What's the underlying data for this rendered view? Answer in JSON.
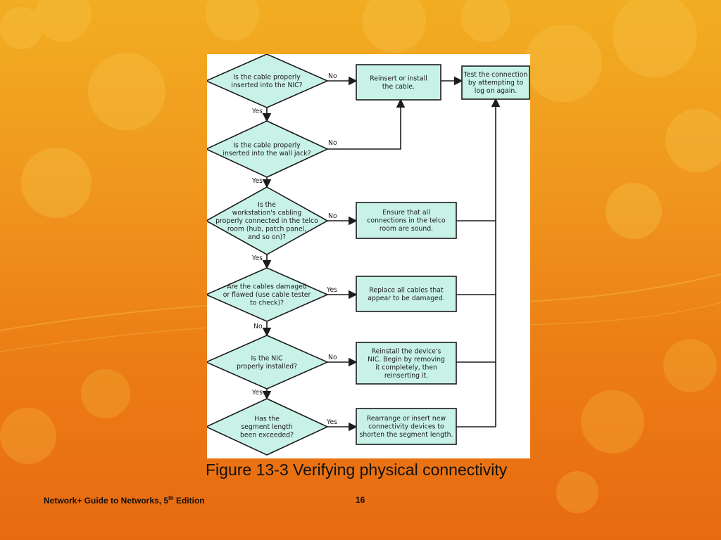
{
  "flowchart": {
    "decisions": [
      {
        "lines": [
          "Is the cable properly",
          "inserted into the NIC?"
        ]
      },
      {
        "lines": [
          "Is the cable properly",
          "inserted into the wall jack?"
        ]
      },
      {
        "lines": [
          "Is the",
          "workstation's cabling",
          "properly connected in the telco",
          "room (hub, patch panel,",
          "and so on)?"
        ]
      },
      {
        "lines": [
          "Are the cables damaged",
          "or flawed (use cable tester",
          "to check)?"
        ]
      },
      {
        "lines": [
          "Is the NIC",
          "properly installed?"
        ]
      },
      {
        "lines": [
          "Has the",
          "segment length",
          "been exceeded?"
        ]
      }
    ],
    "actions": [
      {
        "lines": [
          "Reinsert or install",
          "the cable."
        ]
      },
      {
        "lines": [
          "Test the connection",
          "by attempting to",
          "log on again."
        ]
      },
      {
        "lines": [
          "Ensure that all",
          "connections in the telco",
          "room are sound."
        ]
      },
      {
        "lines": [
          "Replace all cables that",
          "appear to be damaged."
        ]
      },
      {
        "lines": [
          "Reinstall the device's",
          "NIC. Begin by removing",
          "it completely, then",
          "reinserting it."
        ]
      },
      {
        "lines": [
          "Rearrange or insert new",
          "connectivity devices to",
          "shorten the segment length."
        ]
      }
    ],
    "edge_labels": {
      "d1_no": "No",
      "d1_yes": "Yes",
      "d2_no": "No",
      "d2_yes": "Yes",
      "d3_no": "No",
      "d3_yes": "Yes",
      "d4_yes": "Yes",
      "d4_no": "No",
      "d5_no": "No",
      "d5_yes": "Yes",
      "d6_yes": "Yes"
    },
    "colors": {
      "node_fill": "#c8f2e8",
      "stroke": "#1c1c1c"
    }
  },
  "caption": "Figure 13-3 Verifying physical connectivity",
  "footer": {
    "title_main": "Network+ Guide to Networks, 5",
    "title_sup": "th",
    "title_end": " Edition",
    "page_number": "16"
  }
}
